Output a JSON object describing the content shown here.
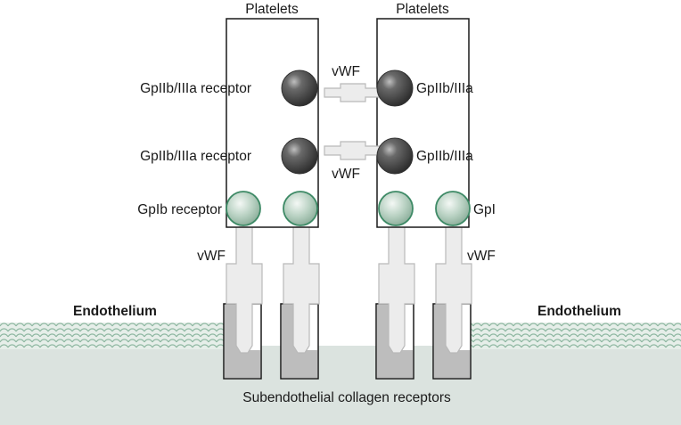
{
  "diagram": {
    "platelet_left_title": "Platelets",
    "platelet_right_title": "Platelets",
    "gpiib_receptor_top": "GpIIb/IIIa receptor",
    "gpiib_receptor_middle": "GpIIb/IIIa receptor",
    "gpiib_right_top": "GpIIb/IIIa",
    "gpiib_right_middle": "GpIIb/IIIa",
    "vwf_bridge_top": "vWF",
    "vwf_bridge_bottom": "vWF",
    "gpib_receptor": "GpIb receptor",
    "gpi_right": "GpI",
    "vwf_left": "vWF",
    "vwf_right": "vWF",
    "endothelium_left": "Endothelium",
    "endothelium_right": "Endothelium",
    "collagen_caption": "Subendothelial collagen receptors"
  },
  "colors": {
    "gpiib_sphere": "#4a4a4a",
    "gpib_sphere": "#9fc0ad",
    "vwf_fill": "#ececec",
    "collagen_fill": "#bdbdbd",
    "tissue_fill": "#dbe3df",
    "membrane_line": "#8fb8a2"
  }
}
